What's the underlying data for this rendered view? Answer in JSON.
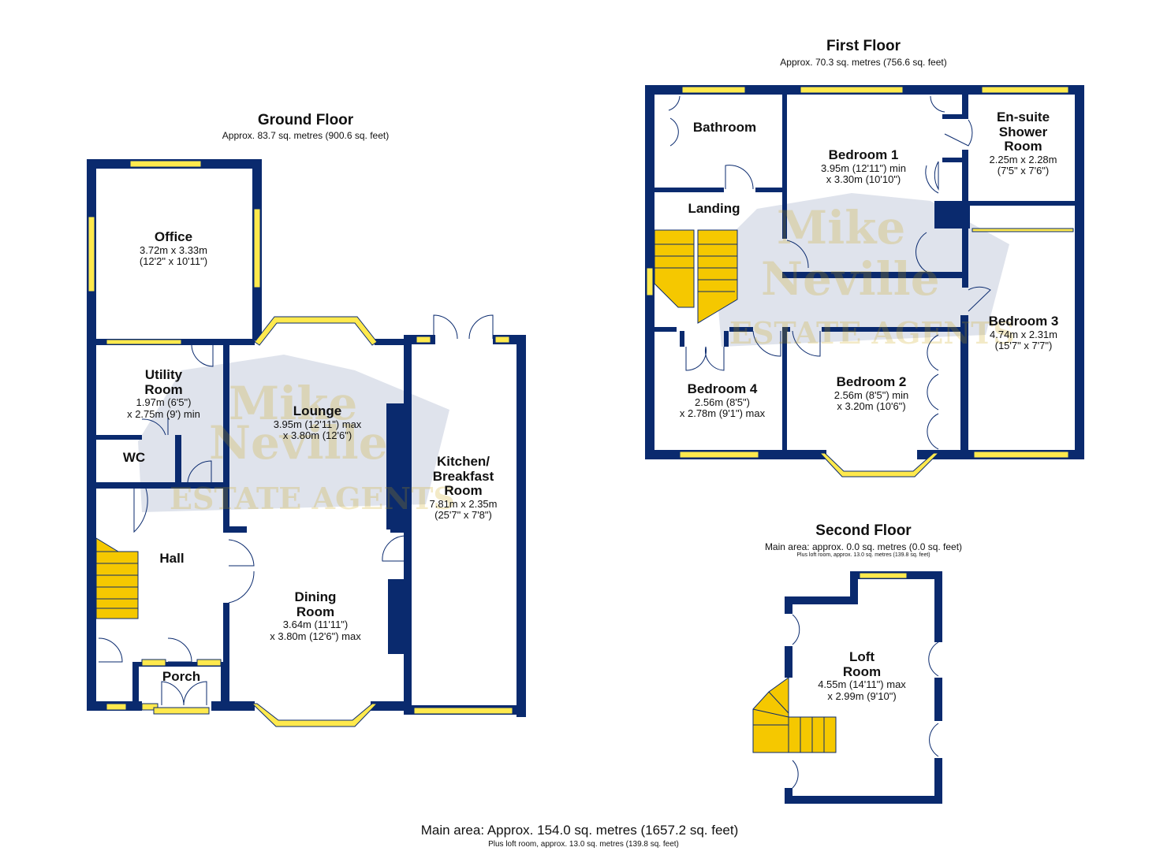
{
  "watermark": {
    "line1": "Mike",
    "line2": "Neville",
    "line3": "ESTATE AGENTS"
  },
  "ground_floor": {
    "title": "Ground Floor",
    "area": "Approx. 83.7 sq. metres (900.6 sq. feet)",
    "rooms": {
      "office": {
        "name": "Office",
        "dim1": "3.72m x 3.33m",
        "dim2": "(12'2\" x 10'11\")"
      },
      "utility": {
        "name1": "Utility",
        "name2": "Room",
        "dim1": "1.97m (6'5\")",
        "dim2": "x 2.75m (9') min"
      },
      "wc": {
        "name": "WC"
      },
      "lounge": {
        "name": "Lounge",
        "dim1": "3.95m (12'11\") max",
        "dim2": "x 3.80m (12'6\")"
      },
      "kitchen": {
        "name1": "Kitchen/",
        "name2": "Breakfast",
        "name3": "Room",
        "dim1": "7.81m x 2.35m",
        "dim2": "(25'7\" x 7'8\")"
      },
      "hall": {
        "name": "Hall"
      },
      "dining": {
        "name1": "Dining",
        "name2": "Room",
        "dim1": "3.64m (11'11\")",
        "dim2": "x 3.80m (12'6\") max"
      },
      "porch": {
        "name": "Porch"
      }
    }
  },
  "first_floor": {
    "title": "First Floor",
    "area": "Approx. 70.3 sq. metres (756.6 sq. feet)",
    "rooms": {
      "bathroom": {
        "name": "Bathroom"
      },
      "bedroom1": {
        "name": "Bedroom 1",
        "dim1": "3.95m (12'11\") min",
        "dim2": "x 3.30m (10'10\")"
      },
      "ensuite": {
        "name1": "En-suite",
        "name2": "Shower",
        "name3": "Room",
        "dim1": "2.25m x 2.28m",
        "dim2": "(7'5\" x 7'6\")"
      },
      "landing": {
        "name": "Landing"
      },
      "bedroom3": {
        "name": "Bedroom 3",
        "dim1": "4.74m x 2.31m",
        "dim2": "(15'7\" x 7'7\")"
      },
      "bedroom4": {
        "name": "Bedroom 4",
        "dim1": "2.56m (8'5\")",
        "dim2": "x 2.78m (9'1\") max"
      },
      "bedroom2": {
        "name": "Bedroom 2",
        "dim1": "2.56m (8'5\") min",
        "dim2": "x 3.20m (10'6\")"
      }
    }
  },
  "second_floor": {
    "title": "Second Floor",
    "area": "Main area: approx. 0.0 sq. metres (0.0 sq. feet)",
    "loft_note": "Plus loft room, approx. 13.0 sq. metres (139.8 sq. feet)",
    "rooms": {
      "loft": {
        "name1": "Loft",
        "name2": "Room",
        "dim1": "4.55m (14'11\") max",
        "dim2": "x 2.99m (9'10\")"
      }
    }
  },
  "totals": {
    "main": "Main area: Approx. 154.0 sq. metres (1657.2 sq. feet)",
    "loft": "Plus loft room, approx. 13.0 sq. metres (139.8 sq. feet)"
  },
  "colors": {
    "wall": "#0a2a6e",
    "window": "#ffe94d",
    "stairs": "#f5c800"
  }
}
